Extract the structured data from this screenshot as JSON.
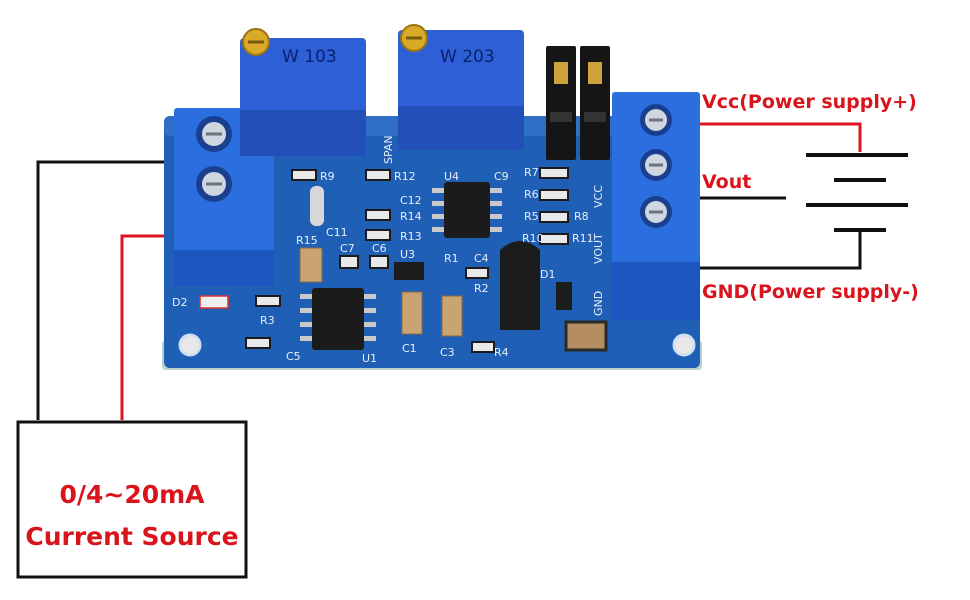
{
  "labels": {
    "vcc": "Vcc(Power supply+)",
    "vout": "Vout",
    "gnd": "GND(Power supply-)"
  },
  "source": {
    "line1": "0/4~20mA",
    "line2": "Current Source"
  },
  "board": {
    "pot_left": "W 103",
    "pot_right": "W 203",
    "silk": {
      "span": "SPAN",
      "vcc": "VCC",
      "vout": "VOUT",
      "gnd": "GND",
      "r9": "R9",
      "r12": "R12",
      "u4": "U4",
      "c9": "C9",
      "c12": "C12",
      "r14": "R14",
      "r13": "R13",
      "c11": "C11",
      "r15": "R15",
      "c7": "C7",
      "c6": "C6",
      "u3": "U3",
      "r1": "R1",
      "c4": "C4",
      "r2": "R2",
      "d1": "D1",
      "d2": "D2",
      "r3": "R3",
      "c5": "C5",
      "u1": "U1",
      "c1": "C1",
      "c3": "C3",
      "r4": "R4",
      "r7": "R7",
      "r6": "R6",
      "r5": "R5",
      "r8": "R8",
      "r10": "R10",
      "r11": "R11"
    }
  },
  "colors": {
    "wire_red": "#e0141e",
    "wire_black": "#111111",
    "label_red": "#d9141c",
    "pcb": "#1f5fb5",
    "terminal": "#2b6ee0",
    "pot_body": "#2d5fd6"
  }
}
